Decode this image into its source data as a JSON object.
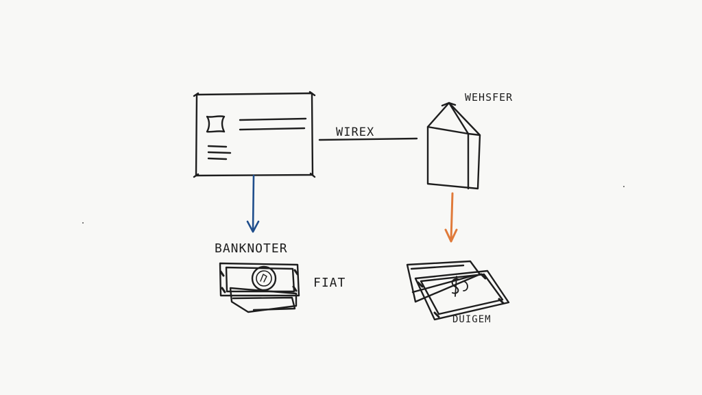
{
  "labels": {
    "wirex": "WIREX",
    "wehsfer": "WEHSFER",
    "banknoter": "BANKNOTER",
    "fiat": "FIAT",
    "duigem": "DUIGEM"
  },
  "icons": {
    "card": "card-icon",
    "building": "building-icon",
    "banknotes": "banknotes-icon",
    "cash": "cash-icon"
  },
  "colors": {
    "ink": "#1e1e1e",
    "blue_arrow": "#1f4e8c",
    "orange_arrow": "#e07a3a",
    "background": "#f8f8f6"
  }
}
